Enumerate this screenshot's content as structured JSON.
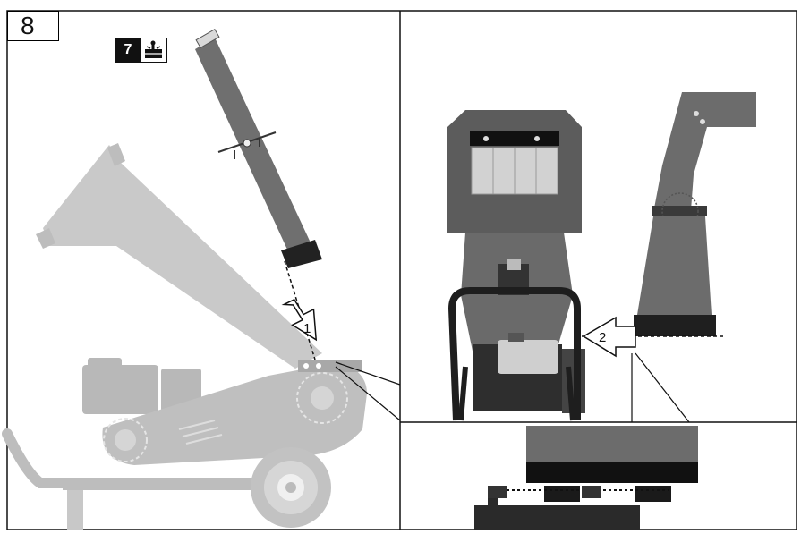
{
  "figure": {
    "number": "8",
    "badge_number": "7",
    "badge_icon": "box-package-icon"
  },
  "steps": {
    "step1": "1",
    "step2": "2"
  },
  "colors": {
    "machine_faded": "#c4c4c4",
    "machine_dark": "#6b6b6b",
    "machine_black": "#2a2a2a",
    "line": "#111111"
  }
}
